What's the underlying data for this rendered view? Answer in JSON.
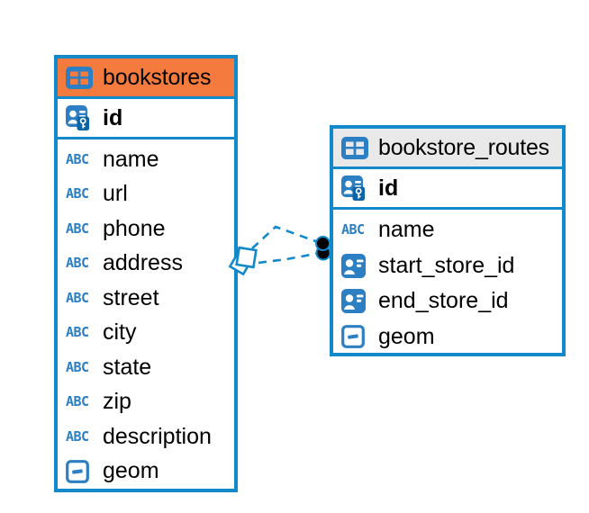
{
  "colors": {
    "accent_blue": "#1189CB",
    "icon_blue": "#2B7FC2",
    "key_badge_blue": "#0A65A8",
    "header_orange": "#F57A3D",
    "header_gray": "#E9E9E9",
    "dot_black": "#000000",
    "canvas_bg": "#FFFFFF"
  },
  "icons": {
    "text_type_glyph": "ABC"
  },
  "tables": [
    {
      "name": "bookstores",
      "header_color": "orange",
      "primary_key": {
        "label": "id",
        "type": "primary-key"
      },
      "columns": [
        {
          "label": "name",
          "type": "text"
        },
        {
          "label": "url",
          "type": "text"
        },
        {
          "label": "phone",
          "type": "text"
        },
        {
          "label": "address",
          "type": "text"
        },
        {
          "label": "street",
          "type": "text"
        },
        {
          "label": "city",
          "type": "text"
        },
        {
          "label": "state",
          "type": "text"
        },
        {
          "label": "zip",
          "type": "text"
        },
        {
          "label": "description",
          "type": "text"
        },
        {
          "label": "geom",
          "type": "geometry"
        }
      ]
    },
    {
      "name": "bookstore_routes",
      "header_color": "gray",
      "primary_key": {
        "label": "id",
        "type": "primary-key"
      },
      "columns": [
        {
          "label": "name",
          "type": "text"
        },
        {
          "label": "start_store_id",
          "type": "reference"
        },
        {
          "label": "end_store_id",
          "type": "reference"
        },
        {
          "label": "geom",
          "type": "geometry"
        }
      ]
    }
  ],
  "relationships": {
    "from_table": "bookstores",
    "to_table": "bookstore_routes",
    "line_style": "dashed",
    "line_count": 2,
    "from_marker": "stacked-diamond",
    "to_marker": "two-filled-dots"
  }
}
